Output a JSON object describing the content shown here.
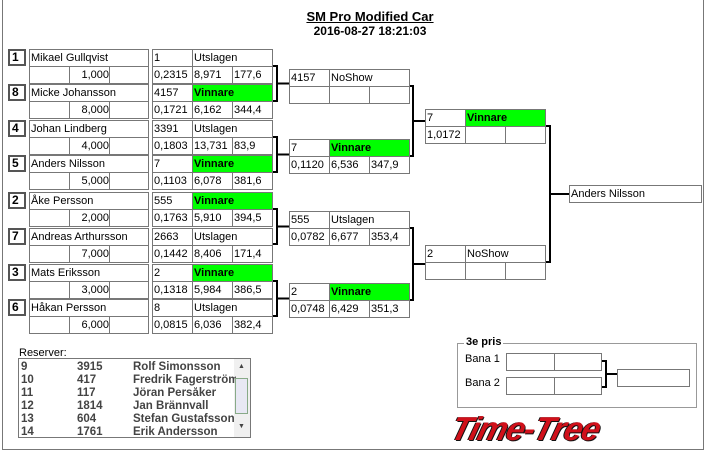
{
  "title": "SM Pro Modified Car",
  "datetime": "2016-08-27 18:21:03",
  "round1": [
    {
      "seed": "1",
      "name": "Mikael Gullqvist",
      "value": "1,000",
      "number": "1",
      "status": "Utslagen",
      "rt": "0,2315",
      "et": "8,971",
      "speed": "177,6",
      "winner": false
    },
    {
      "seed": "8",
      "name": "Micke Johansson",
      "value": "8,000",
      "number": "4157",
      "status": "Vinnare",
      "rt": "0,1721",
      "et": "6,162",
      "speed": "344,4",
      "winner": true
    },
    {
      "seed": "4",
      "name": "Johan Lindberg",
      "value": "4,000",
      "number": "3391",
      "status": "Utslagen",
      "rt": "0,1803",
      "et": "13,731",
      "speed": "83,9",
      "winner": false
    },
    {
      "seed": "5",
      "name": "Anders Nilsson",
      "value": "5,000",
      "number": "7",
      "status": "Vinnare",
      "rt": "0,1103",
      "et": "6,078",
      "speed": "381,6",
      "winner": true
    },
    {
      "seed": "2",
      "name": "Åke Persson",
      "value": "2,000",
      "number": "555",
      "status": "Vinnare",
      "rt": "0,1763",
      "et": "5,910",
      "speed": "394,5",
      "winner": true
    },
    {
      "seed": "7",
      "name": "Andreas Arthursson",
      "value": "7,000",
      "number": "2663",
      "status": "Utslagen",
      "rt": "0,1442",
      "et": "8,406",
      "speed": "171,4",
      "winner": false
    },
    {
      "seed": "3",
      "name": "Mats Eriksson",
      "value": "3,000",
      "number": "2",
      "status": "Vinnare",
      "rt": "0,1318",
      "et": "5,984",
      "speed": "386,5",
      "winner": true
    },
    {
      "seed": "6",
      "name": "Håkan Persson",
      "value": "6,000",
      "number": "8",
      "status": "Utslagen",
      "rt": "0,0815",
      "et": "6,036",
      "speed": "382,4",
      "winner": false
    }
  ],
  "round2": [
    {
      "number": "4157",
      "status": "NoShow",
      "rt": "",
      "et": "",
      "speed": "",
      "winner": false
    },
    {
      "number": "7",
      "status": "Vinnare",
      "rt": "0,1120",
      "et": "6,536",
      "speed": "347,9",
      "winner": true
    },
    {
      "number": "555",
      "status": "Utslagen",
      "rt": "0,0782",
      "et": "6,677",
      "speed": "353,4",
      "winner": false
    },
    {
      "number": "2",
      "status": "Vinnare",
      "rt": "0,0748",
      "et": "6,429",
      "speed": "351,3",
      "winner": true
    }
  ],
  "round3": [
    {
      "number": "7",
      "status": "Vinnare",
      "rt": "1,0172",
      "et": "",
      "speed": "",
      "winner": true
    },
    {
      "number": "2",
      "status": "NoShow",
      "rt": "",
      "et": "",
      "speed": "",
      "winner": false
    }
  ],
  "final_winner": "Anders Nilsson",
  "reserves": {
    "label": "Reserver:",
    "rows": [
      {
        "pos": "9",
        "number": "3915",
        "name": "Rolf Simonsson"
      },
      {
        "pos": "10",
        "number": "417",
        "name": "Fredrik Fagerström"
      },
      {
        "pos": "11",
        "number": "117",
        "name": "Jöran Persåker"
      },
      {
        "pos": "12",
        "number": "1814",
        "name": "Jan Brännvall"
      },
      {
        "pos": "13",
        "number": "604",
        "name": "Stefan Gustafsson"
      },
      {
        "pos": "14",
        "number": "1761",
        "name": "Erik Andersson"
      }
    ]
  },
  "third_place": {
    "title": "3e pris",
    "lane1": "Bana 1",
    "lane2": "Bana 2"
  },
  "logo": "Time-Tree"
}
